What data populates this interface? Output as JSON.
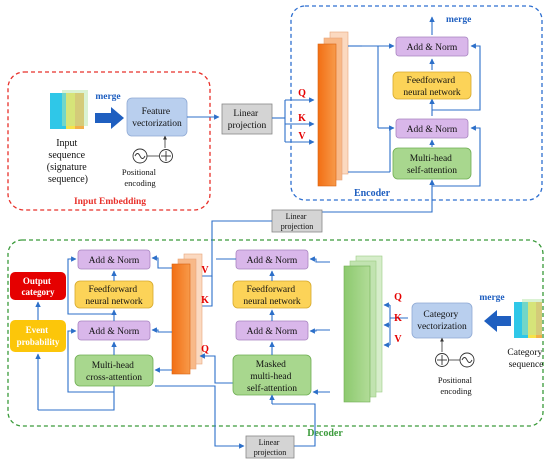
{
  "input_embedding": {
    "title": "Input Embedding",
    "merge": "merge",
    "input_sequence": [
      "Input",
      "sequence",
      "(signature",
      "sequence)"
    ],
    "feature_vectorization": [
      "Feature",
      "vectorization"
    ],
    "positional_encoding": [
      "Positional",
      "encoding"
    ]
  },
  "linear_projection_main": [
    "Linear",
    "projection"
  ],
  "encoder": {
    "title": "Encoder",
    "merge": "merge",
    "q": "Q",
    "k": "K",
    "v": "V",
    "add_norm_top": "Add & Norm",
    "feedforward": [
      "Feedforward",
      "neural network"
    ],
    "add_norm_bottom": "Add & Norm",
    "multi_head": [
      "Multi-head",
      "self-attention"
    ]
  },
  "linear_projection_mid": [
    "Linear",
    "projection"
  ],
  "decoder": {
    "title": "Decoder",
    "output_category": [
      "Output",
      "category"
    ],
    "event_probability": [
      "Event",
      "probability"
    ],
    "left_block": {
      "add_norm_top": "Add & Norm",
      "feedforward": [
        "Feedforward",
        "neural network"
      ],
      "add_norm_bottom": "Add & Norm",
      "cross_attention": [
        "Multi-head",
        "cross-attention"
      ]
    },
    "v": "V",
    "k": "K",
    "q": "Q",
    "middle_block": {
      "add_norm_top": "Add & Norm",
      "feedforward": [
        "Feedforward",
        "neural network"
      ],
      "add_norm_bottom": "Add & Norm",
      "masked_attention": [
        "Masked",
        "multi-head",
        "self-attention"
      ]
    },
    "q2": "Q",
    "k2": "K",
    "v2": "V",
    "category_vectorization": [
      "Category",
      "vectorization"
    ],
    "merge": "merge",
    "category_sequence": [
      "Category",
      "sequence"
    ],
    "positional_encoding": [
      "Positional",
      "encoding"
    ]
  },
  "linear_projection_bottom": [
    "Linear",
    "projection"
  ],
  "colors": {
    "red_dash": "#e8302a",
    "blue_dash": "#2e6fd0",
    "green_dash": "#3a9a3a",
    "arrow": "#2c6fc9",
    "purple": "#d9b7ea",
    "yellow": "#fcd358",
    "green_box": "#a8d78e",
    "light_blue_box": "#b9cfee",
    "orange": "#f47b20",
    "red_box": "#e50000",
    "merge_blue": "#1f5fc0"
  }
}
